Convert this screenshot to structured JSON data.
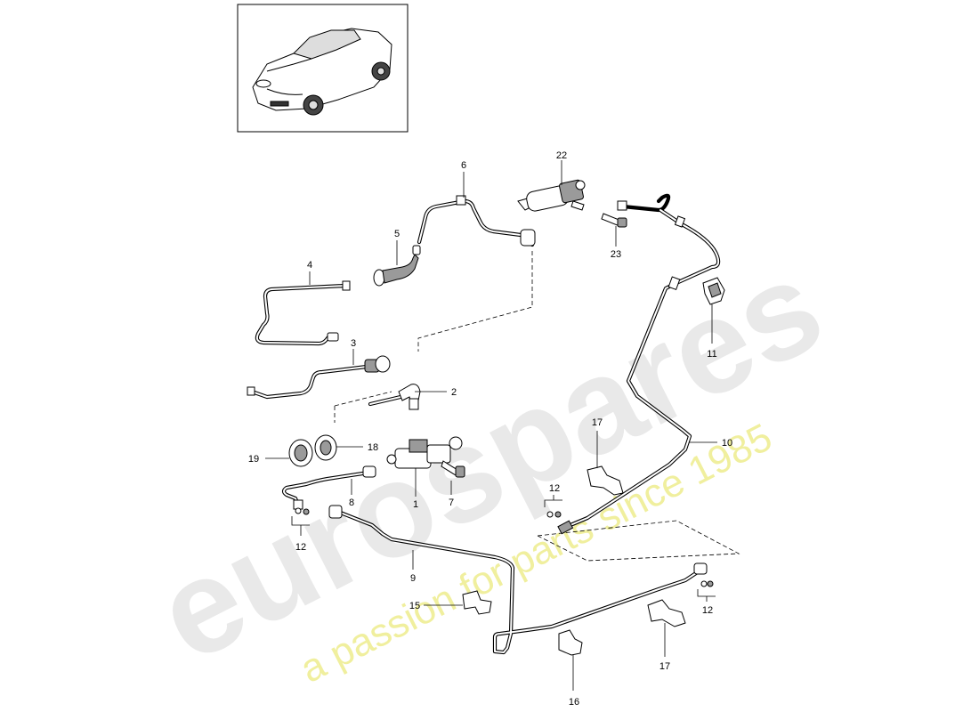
{
  "watermark": {
    "brand": "eurospares",
    "tagline": "a passion for parts since 1985"
  },
  "thumbnail": {
    "icon": "convertible-car-icon"
  },
  "callouts": {
    "p1": "1",
    "p2": "2",
    "p3": "3",
    "p4": "4",
    "p5": "5",
    "p6": "6",
    "p7": "7",
    "p8": "8",
    "p9": "9",
    "p10": "10",
    "p11": "11",
    "p12a": "12",
    "p12b": "12",
    "p12c": "12",
    "p15": "15",
    "p16": "16",
    "p17a": "17",
    "p17b": "17",
    "p18": "18",
    "p19": "19",
    "p22": "22",
    "p23": "23"
  }
}
